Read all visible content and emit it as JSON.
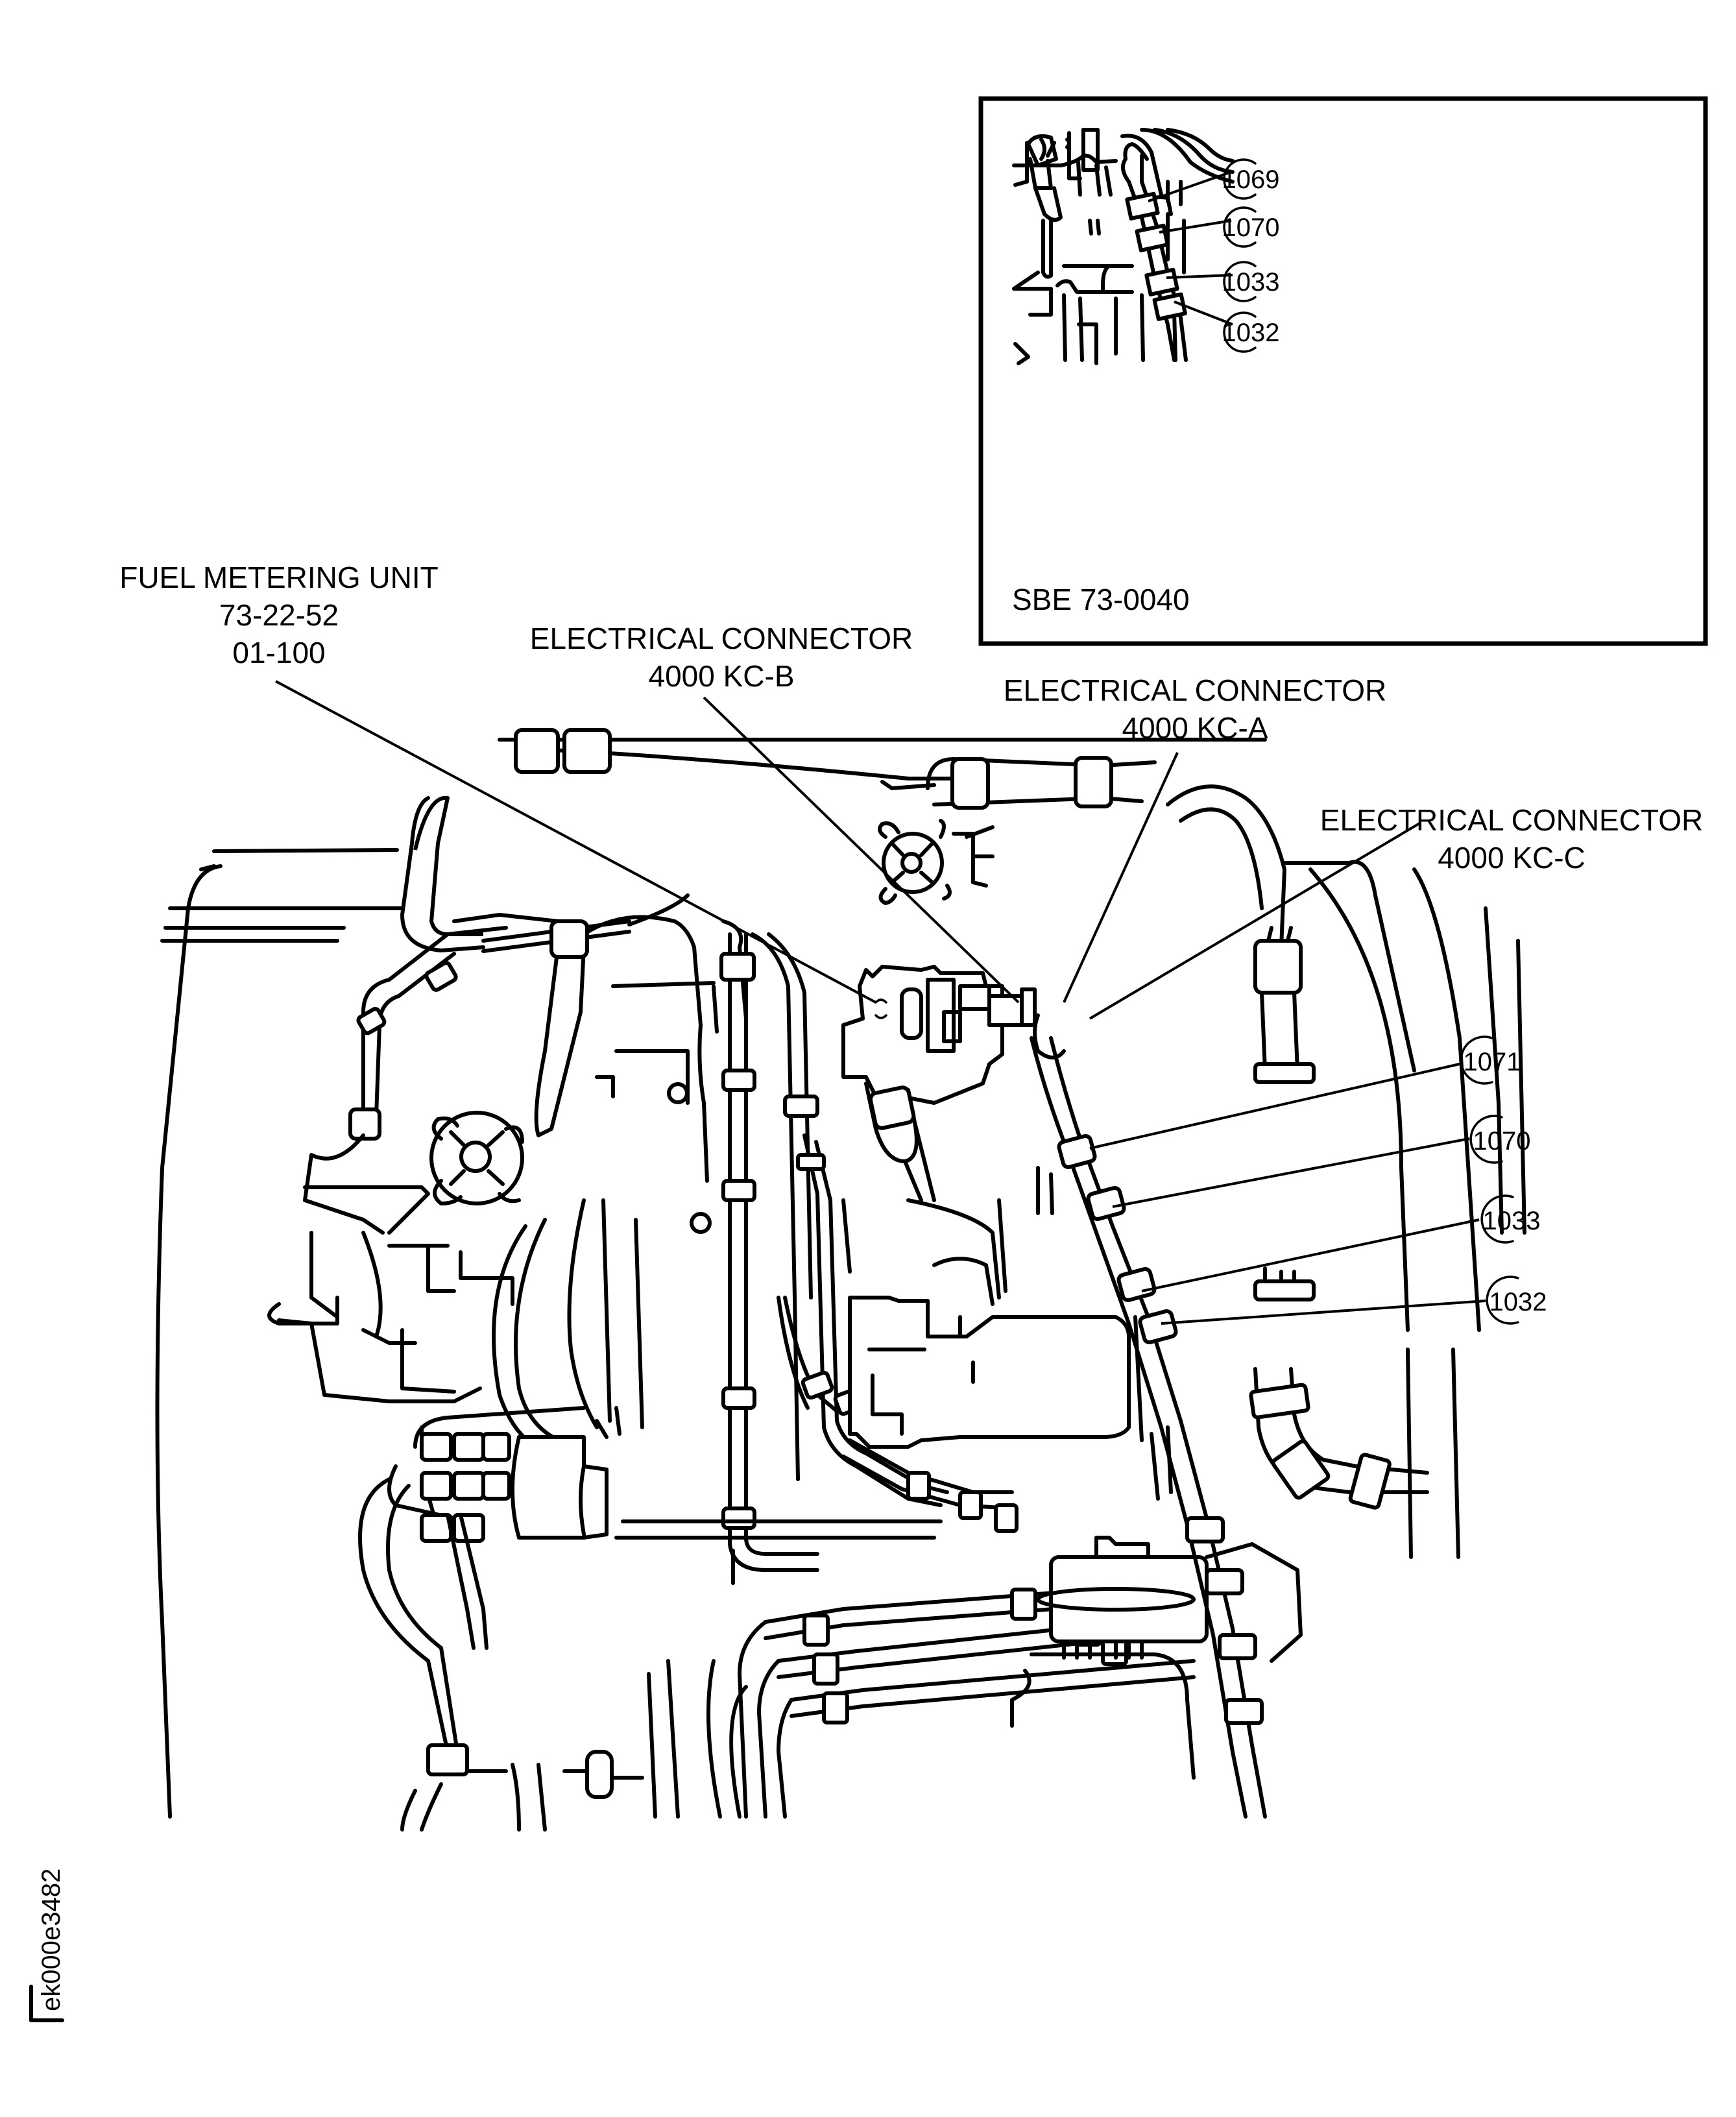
{
  "figure": {
    "id": "ek000e3482",
    "type": "engine fuel/electrical component location illustration"
  },
  "labels": {
    "fuel_metering_unit": {
      "line1": "FUEL METERING UNIT",
      "line2": "73-22-52",
      "line3": "01-100"
    },
    "connector_b": {
      "line1": "ELECTRICAL CONNECTOR",
      "line2": "4000 KC-B"
    },
    "connector_a": {
      "line1": "ELECTRICAL CONNECTOR",
      "line2": "4000 KC-A"
    },
    "connector_c": {
      "line1": "ELECTRICAL CONNECTOR",
      "line2": "4000 KC-C"
    }
  },
  "main_callouts": [
    {
      "number": "1071"
    },
    {
      "number": "1070"
    },
    {
      "number": "1033"
    },
    {
      "number": "1032"
    }
  ],
  "inset": {
    "title": "SBE 73-0040",
    "callouts": [
      {
        "number": "1069"
      },
      {
        "number": "1070"
      },
      {
        "number": "1033"
      },
      {
        "number": "1032"
      }
    ]
  }
}
